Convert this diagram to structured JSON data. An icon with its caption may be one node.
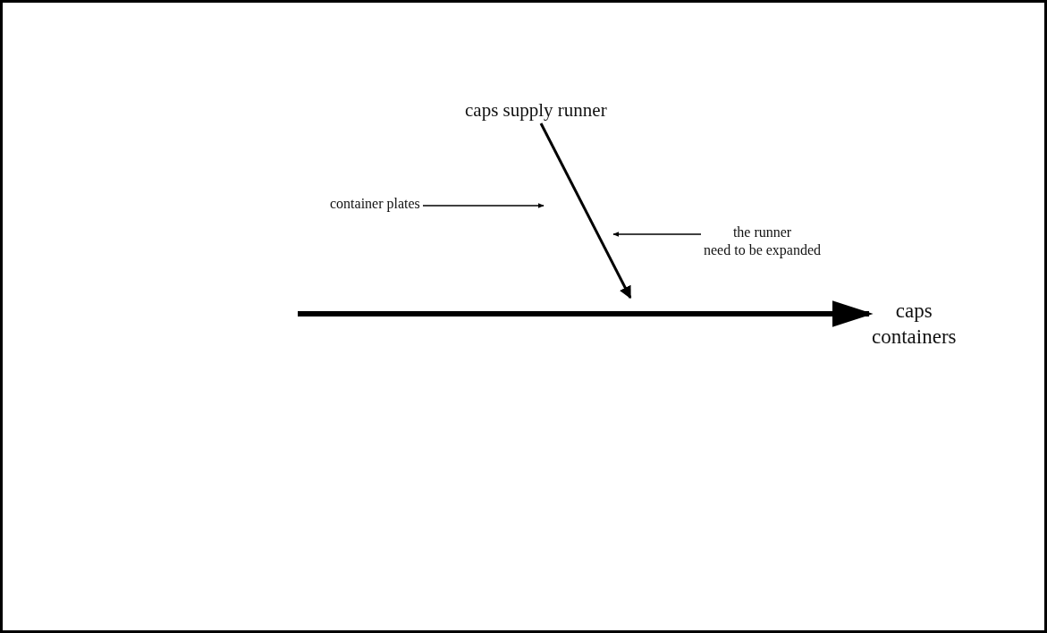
{
  "diagram": {
    "nodes": [
      {
        "text": [
          "caps supply runner"
        ]
      },
      {
        "text": [
          "caps containers"
        ]
      },
      {
        "text": [
          "container plates"
        ]
      },
      {
        "text": [
          "the runner need to be expanded"
        ]
      }
    ],
    "edges": [
      {
        "from": 0,
        "to": null,
        "arrow": "to"
      },
      {
        "from": null,
        "to": 1,
        "arrow": "to",
        "style": "thick"
      },
      {
        "from": 2,
        "to": null,
        "arrow": "to"
      },
      {
        "from": 3,
        "to": null,
        "arrow": "to"
      }
    ]
  }
}
